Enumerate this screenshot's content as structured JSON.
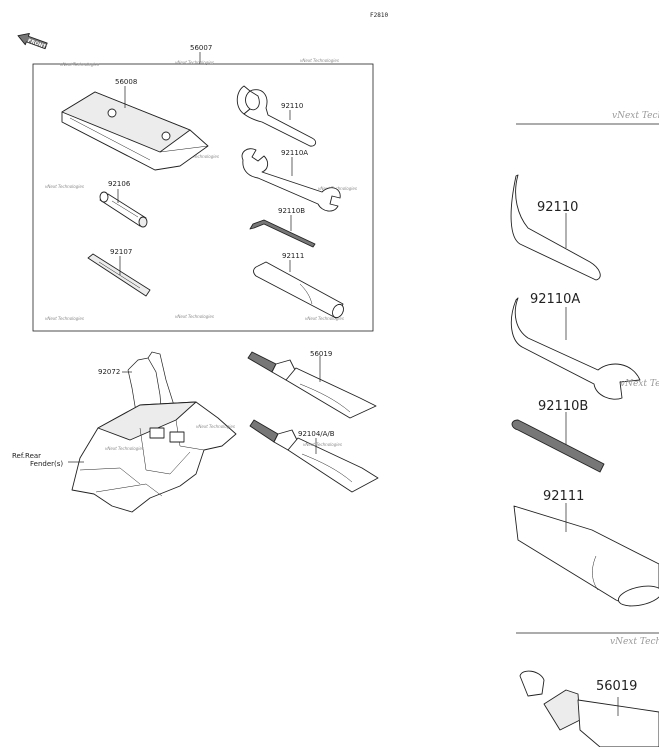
{
  "figure": {
    "code": "F2810",
    "front_label": "FRONT",
    "watermark": "vNext Technologies"
  },
  "parts": [
    {
      "id": "56007",
      "label": "56007"
    },
    {
      "id": "56008",
      "label": "56008"
    },
    {
      "id": "92110",
      "label": "92110"
    },
    {
      "id": "92110A",
      "label": "92110A"
    },
    {
      "id": "92106",
      "label": "92106"
    },
    {
      "id": "92110B",
      "label": "92110B"
    },
    {
      "id": "92111",
      "label": "92111"
    },
    {
      "id": "92107",
      "label": "92107"
    },
    {
      "id": "92072",
      "label": "92072"
    },
    {
      "id": "56019",
      "label": "56019"
    },
    {
      "id": "92104",
      "label": "92104/A/B"
    }
  ],
  "reference": {
    "line1": "Ref.Rear",
    "line2": "Fender(s)"
  },
  "zoom_panel": {
    "labels": [
      "92110",
      "92110A",
      "92110B",
      "92111",
      "56019"
    ],
    "watermark": "vNext Techno"
  }
}
